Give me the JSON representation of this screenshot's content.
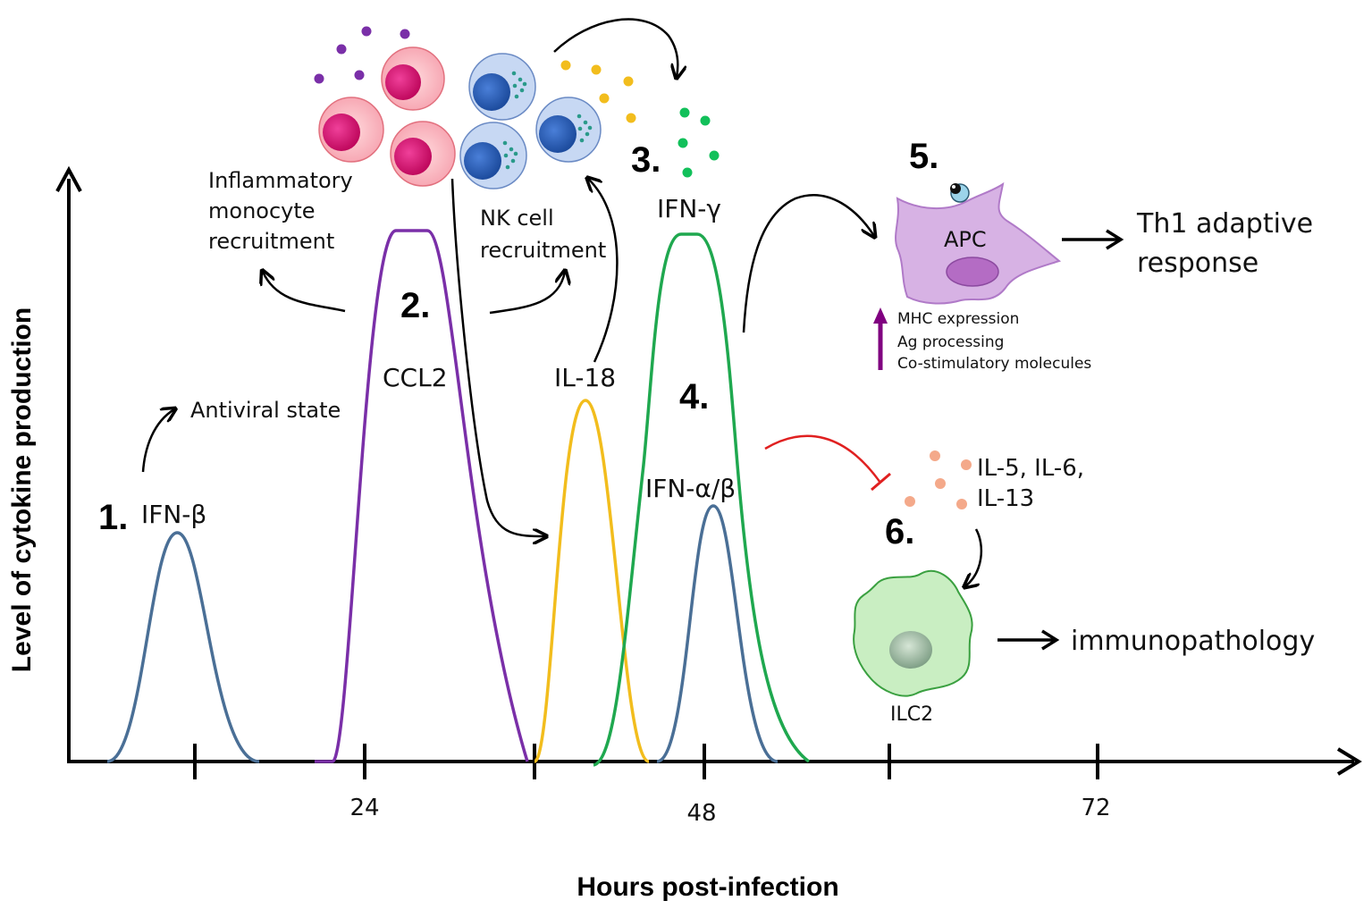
{
  "axes": {
    "x_title": "Hours post-infection",
    "y_title": "Level of cytokine production",
    "x_ticks": [
      "24",
      "48",
      "72"
    ]
  },
  "steps": [
    "1.",
    "2.",
    "3.",
    "4.",
    "5.",
    "6."
  ],
  "cytokines": {
    "ifn_beta": "IFN-β",
    "ccl2": "CCL2",
    "il18": "IL-18",
    "ifn_gamma": "IFN-γ",
    "ifn_alpha_beta": "IFN-α/β",
    "il5_il6": "IL-5, IL-6,",
    "il13": "IL-13"
  },
  "effects": {
    "antiviral": "Antiviral state",
    "monocyte_line1": "Inflammatory",
    "monocyte_line2": "monocyte",
    "monocyte_line3": "recruitment",
    "nk_line1": "NK cell",
    "nk_line2": "recruitment",
    "apc_label": "APC",
    "apc_effects": [
      "MHC expression",
      "Ag processing",
      "Co-stimulatory molecules"
    ],
    "th1_line1": "Th1 adaptive",
    "th1_line2": "response",
    "ilc2_label": "ILC2",
    "immunopathology": "immunopathology"
  },
  "colors": {
    "ifn": "#4a6f96",
    "ccl2": "#7a2fa8",
    "il18": "#f2bd1d",
    "ifn_gamma": "#1fa84f",
    "inhibit": "#e02020",
    "monocyte": "#d4106e",
    "nk_cell": "#2a5bb0",
    "apc": "#c898d8",
    "ilc2": "#9ad88a",
    "upregulation_arrow": "#800080"
  }
}
